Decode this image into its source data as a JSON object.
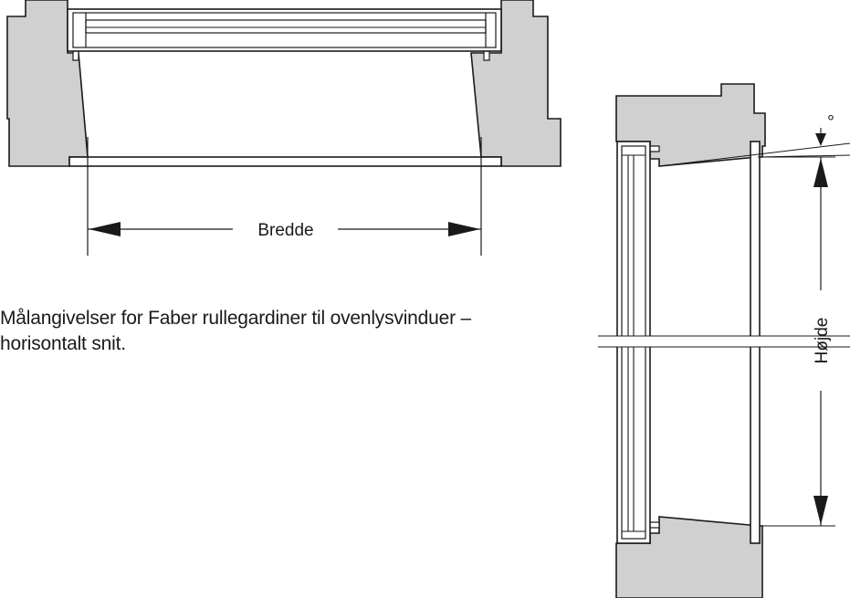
{
  "diagram": {
    "width_label": "Bredde",
    "height_label": "Højde",
    "angle_label": "°"
  },
  "caption": {
    "line1": "Målangivelser for Faber rullegardiner til ovenlysvinduer –",
    "line2": "horisontalt snit."
  },
  "colors": {
    "frame_fill": "#d0d0d0",
    "line": "#1a1a1a"
  }
}
